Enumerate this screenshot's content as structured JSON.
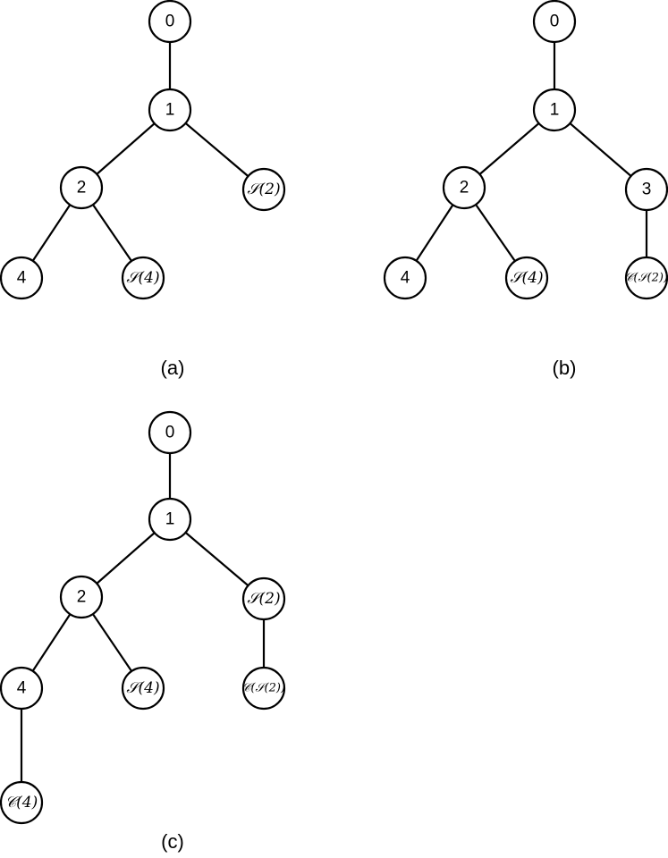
{
  "figure": {
    "panels": [
      {
        "caption": "(a)",
        "nodes": [
          {
            "id": "a0",
            "label": "0"
          },
          {
            "id": "a1",
            "label": "1"
          },
          {
            "id": "a2",
            "label": "2"
          },
          {
            "id": "a3",
            "label": "𝒮(2)"
          },
          {
            "id": "a4",
            "label": "4"
          },
          {
            "id": "a5",
            "label": "𝒮(4)"
          }
        ],
        "edges": [
          [
            "a0",
            "a1"
          ],
          [
            "a1",
            "a2"
          ],
          [
            "a1",
            "a3"
          ],
          [
            "a2",
            "a4"
          ],
          [
            "a2",
            "a5"
          ]
        ]
      },
      {
        "caption": "(b)",
        "nodes": [
          {
            "id": "b0",
            "label": "0"
          },
          {
            "id": "b1",
            "label": "1"
          },
          {
            "id": "b2",
            "label": "2"
          },
          {
            "id": "b3",
            "label": "3"
          },
          {
            "id": "b4",
            "label": "4"
          },
          {
            "id": "b5",
            "label": "𝒮(4)"
          },
          {
            "id": "b6",
            "label": "𝒞(𝒮(2))"
          }
        ],
        "edges": [
          [
            "b0",
            "b1"
          ],
          [
            "b1",
            "b2"
          ],
          [
            "b1",
            "b3"
          ],
          [
            "b2",
            "b4"
          ],
          [
            "b2",
            "b5"
          ],
          [
            "b3",
            "b6"
          ]
        ]
      },
      {
        "caption": "(c)",
        "nodes": [
          {
            "id": "c0",
            "label": "0"
          },
          {
            "id": "c1",
            "label": "1"
          },
          {
            "id": "c2",
            "label": "2"
          },
          {
            "id": "c3",
            "label": "𝒮(2)"
          },
          {
            "id": "c4",
            "label": "4"
          },
          {
            "id": "c5",
            "label": "𝒮(4)"
          },
          {
            "id": "c6",
            "label": "𝒞(𝒮(2))"
          },
          {
            "id": "c7",
            "label": "𝒞(4)"
          }
        ],
        "edges": [
          [
            "c0",
            "c1"
          ],
          [
            "c1",
            "c2"
          ],
          [
            "c1",
            "c3"
          ],
          [
            "c2",
            "c4"
          ],
          [
            "c2",
            "c5"
          ],
          [
            "c3",
            "c6"
          ],
          [
            "c4",
            "c7"
          ]
        ]
      }
    ]
  }
}
